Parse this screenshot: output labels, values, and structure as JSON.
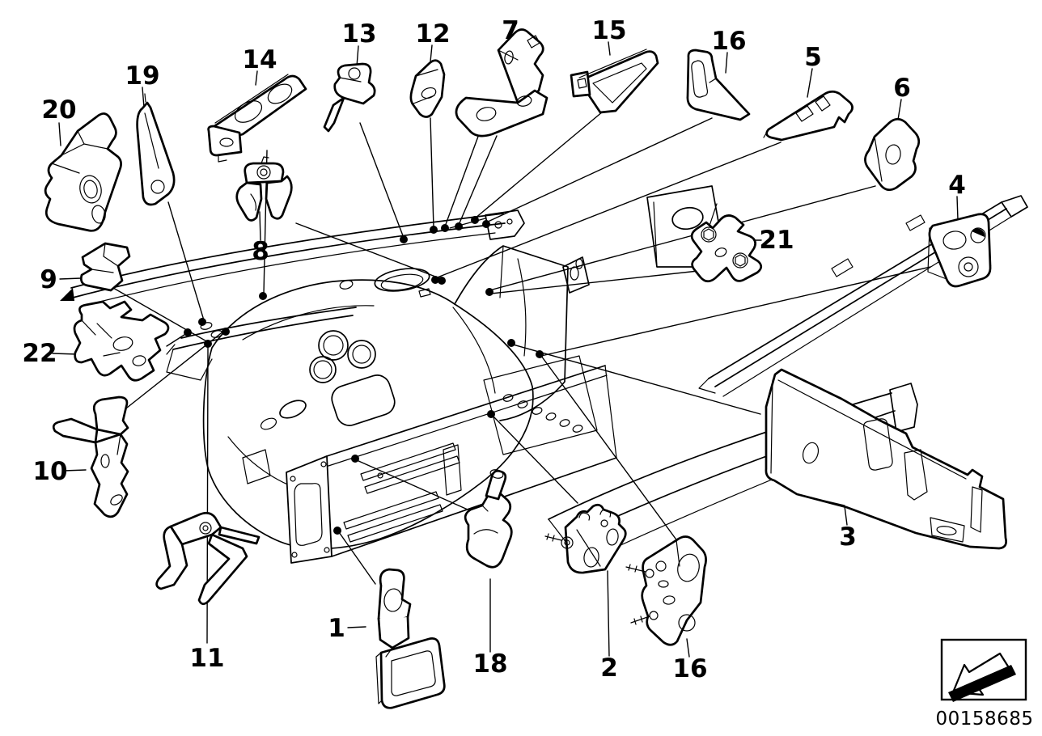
{
  "diagram": {
    "kind": "exploded-parts-line-drawing",
    "colors": {
      "ink": "#000000",
      "paper": "#ffffff"
    }
  },
  "parts": [
    {
      "ref": "20"
    },
    {
      "ref": "19"
    },
    {
      "ref": "14"
    },
    {
      "ref": "13"
    },
    {
      "ref": "12"
    },
    {
      "ref": "7"
    },
    {
      "ref": "15"
    },
    {
      "ref": "16"
    },
    {
      "ref": "5"
    },
    {
      "ref": "6"
    },
    {
      "ref": "4"
    },
    {
      "ref": "21"
    },
    {
      "ref": "8"
    },
    {
      "ref": "9"
    },
    {
      "ref": "22"
    },
    {
      "ref": "10"
    },
    {
      "ref": "11"
    },
    {
      "ref": "1"
    },
    {
      "ref": "18"
    },
    {
      "ref": "2"
    },
    {
      "ref": "16"
    },
    {
      "ref": "3"
    }
  ],
  "stamp": {
    "code": "00158685",
    "icon": "boxed-direction-arrow-icon"
  }
}
